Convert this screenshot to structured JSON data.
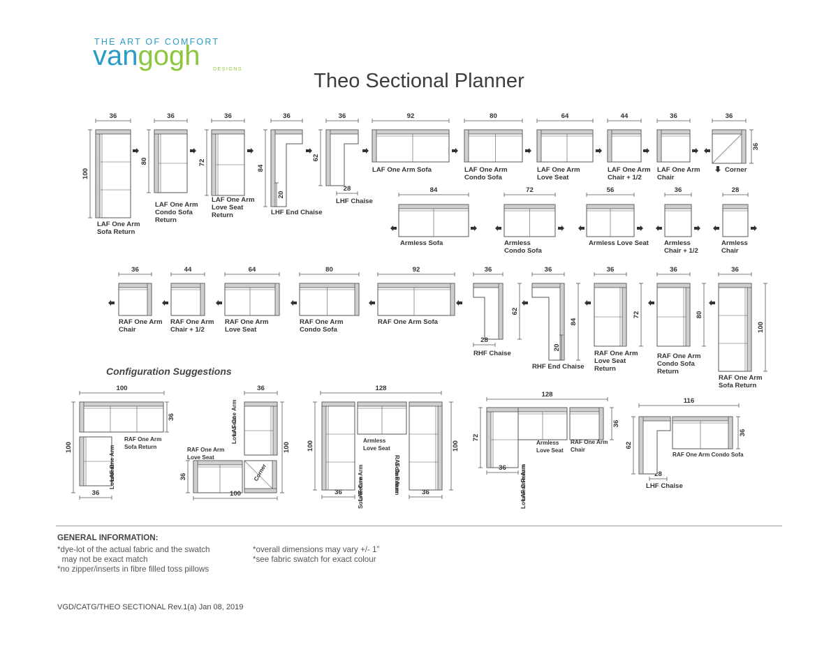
{
  "brand": {
    "tagline": "THE ART OF COMFORT",
    "name_part1": "van",
    "name_part2": "gogh",
    "sub": "DESIGNS",
    "color_blue": "#2a9bc6",
    "color_green": "#8cc63f"
  },
  "title": "Theo Sectional Planner",
  "colors": {
    "line": "#555555",
    "fill": "#cfcfcf",
    "arrow": "#333333"
  },
  "pieces": [
    {
      "label": [
        "LAF One Arm",
        "Sofa Return"
      ],
      "width": "36",
      "depth": "100",
      "icon": "sectional-piece-icon"
    },
    {
      "label": [
        "LAF One Arm",
        "Condo Sofa",
        "Return"
      ],
      "width": "36",
      "depth": "80",
      "icon": "sectional-piece-icon"
    },
    {
      "label": [
        "LAF One Arm",
        "Love Seat",
        "Return"
      ],
      "width": "36",
      "depth": "72",
      "icon": "sectional-piece-icon"
    },
    {
      "label": [
        "LHF End Chaise"
      ],
      "width": "36",
      "depth": "84",
      "sub": "20",
      "icon": "sectional-piece-icon"
    },
    {
      "label": [
        "LHF Chaise"
      ],
      "width": "36",
      "depth": "62",
      "sub": "28",
      "icon": "sectional-piece-icon"
    },
    {
      "label": [
        "LAF One Arm Sofa"
      ],
      "width": "92",
      "icon": "sectional-piece-icon"
    },
    {
      "label": [
        "LAF One Arm",
        "Condo Sofa"
      ],
      "width": "80",
      "icon": "sectional-piece-icon"
    },
    {
      "label": [
        "LAF One Arm",
        "Love Seat"
      ],
      "width": "64",
      "icon": "sectional-piece-icon"
    },
    {
      "label": [
        "LAF One Arm",
        "Chair + 1/2"
      ],
      "width": "44",
      "icon": "sectional-piece-icon"
    },
    {
      "label": [
        "LAF One Arm",
        "Chair"
      ],
      "width": "36",
      "icon": "sectional-piece-icon"
    },
    {
      "label": [
        "Corner"
      ],
      "width": "36",
      "depth": "36",
      "icon": "sectional-piece-icon"
    },
    {
      "label": [
        "Armless Sofa"
      ],
      "width": "84",
      "icon": "sectional-piece-icon"
    },
    {
      "label": [
        "Armless",
        "Condo Sofa"
      ],
      "width": "72",
      "icon": "sectional-piece-icon"
    },
    {
      "label": [
        "Armless Love Seat"
      ],
      "width": "56",
      "icon": "sectional-piece-icon"
    },
    {
      "label": [
        "Armless",
        "Chair + 1/2"
      ],
      "width": "36",
      "icon": "sectional-piece-icon"
    },
    {
      "label": [
        "Armless",
        "Chair"
      ],
      "width": "28",
      "icon": "sectional-piece-icon"
    },
    {
      "label": [
        "RAF One Arm",
        "Chair"
      ],
      "width": "36",
      "icon": "sectional-piece-icon"
    },
    {
      "label": [
        "RAF One Arm",
        "Chair + 1/2"
      ],
      "width": "44",
      "icon": "sectional-piece-icon"
    },
    {
      "label": [
        "RAF One Arm",
        "Love Seat"
      ],
      "width": "64",
      "icon": "sectional-piece-icon"
    },
    {
      "label": [
        "RAF One Arm",
        "Condo Sofa"
      ],
      "width": "80",
      "icon": "sectional-piece-icon"
    },
    {
      "label": [
        "RAF One Arm Sofa"
      ],
      "width": "92",
      "icon": "sectional-piece-icon"
    },
    {
      "label": [
        "RHF Chaise"
      ],
      "width": "36",
      "depth": "62",
      "sub": "28",
      "icon": "sectional-piece-icon"
    },
    {
      "label": [
        "RHF End Chaise"
      ],
      "width": "36",
      "depth": "84",
      "sub": "20",
      "icon": "sectional-piece-icon"
    },
    {
      "label": [
        "RAF One Arm",
        "Love Seat",
        "Return"
      ],
      "width": "36",
      "depth": "72",
      "icon": "sectional-piece-icon"
    },
    {
      "label": [
        "RAF One Arm",
        "Condo Sofa",
        "Return"
      ],
      "width": "36",
      "depth": "80",
      "icon": "sectional-piece-icon"
    },
    {
      "label": [
        "RAF One Arm",
        "Sofa Return"
      ],
      "width": "36",
      "depth": "100",
      "icon": "sectional-piece-icon"
    }
  ],
  "config_title": "Configuration Suggestions",
  "configs": [
    {
      "dims": [
        "100",
        "36",
        "100",
        "36"
      ],
      "labels": [
        [
          "RAF One Arm",
          "Sofa Return"
        ],
        [
          "LAF One Arm",
          "Loveseat"
        ]
      ]
    },
    {
      "dims": [
        "36",
        "100",
        "36",
        "100"
      ],
      "labels": [
        [
          "LAF One Arm",
          "Love Seat"
        ],
        [
          "RAF One Arm",
          "Love Seat"
        ],
        [
          "Corner"
        ]
      ]
    },
    {
      "dims": [
        "128",
        "100",
        "100",
        "36",
        "36"
      ],
      "labels": [
        [
          "Armless",
          "Love Seat"
        ],
        [
          "LAF One Arm",
          "Sofa Return"
        ],
        [
          "RAF One Arm",
          "Sofa Return"
        ]
      ]
    },
    {
      "dims": [
        "128",
        "36",
        "72",
        "36"
      ],
      "labels": [
        [
          "Armless",
          "Love Seat"
        ],
        [
          "RAF One Arm",
          "Chair"
        ],
        [
          "LAF One Arm",
          "Loveseat Return"
        ]
      ]
    },
    {
      "dims": [
        "116",
        "36",
        "62",
        "28"
      ],
      "labels": [
        [
          "RAF One Arm Condo Sofa"
        ],
        [
          "LHF Chaise"
        ]
      ]
    }
  ],
  "info": {
    "heading": "GENERAL INFORMATION:",
    "col1": [
      "*dye-lot of the actual fabric and the swatch",
      "  may not be exact match",
      "*no zipper/inserts in fibre filled toss pillows"
    ],
    "col2": [
      "*overall dimensions may vary +/- 1”",
      "*see fabric swatch for exact colour"
    ]
  },
  "footer": "VGD/CATG/THEO SECTIONAL Rev.1(a) Jan 08, 2019"
}
